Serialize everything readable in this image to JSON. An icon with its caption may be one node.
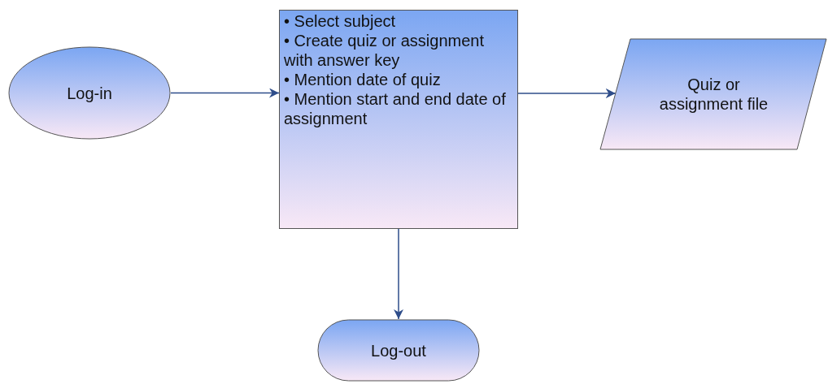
{
  "diagram": {
    "nodes": [
      {
        "text": [
          "Log-in"
        ]
      },
      {
        "text": [
          "• Select subject",
          "• Create quiz or assignment with answer key",
          "• Mention date of quiz",
          "• Mention start and end date of assignment"
        ]
      },
      {
        "text": [
          "Quiz or assignment file"
        ]
      },
      {
        "text": [
          "Log-out"
        ]
      }
    ],
    "edges": [
      {
        "from": 0,
        "to": 1,
        "arrow": "to"
      },
      {
        "from": 1,
        "to": 2,
        "arrow": "to"
      },
      {
        "from": 1,
        "to": 3,
        "arrow": "to"
      }
    ]
  }
}
